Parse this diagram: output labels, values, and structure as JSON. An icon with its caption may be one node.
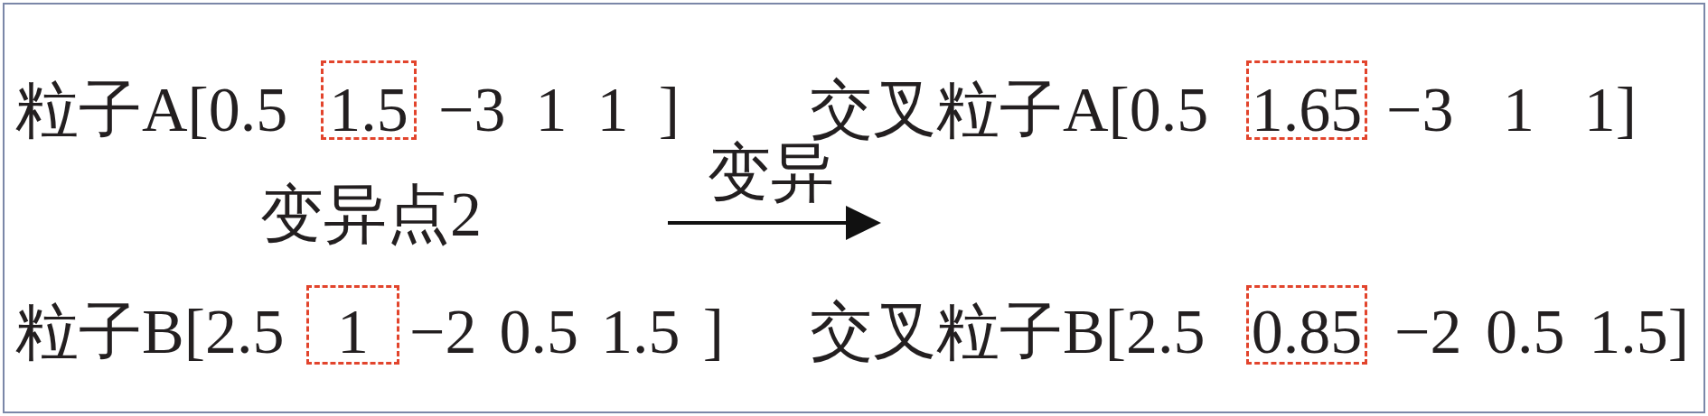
{
  "diagram": {
    "nodes": [
      {
        "text": [
          "1.5"
        ]
      },
      {
        "text": [
          "1.65"
        ]
      },
      {
        "text": [
          "1"
        ]
      },
      {
        "text": [
          "0.85"
        ]
      }
    ],
    "labels": [
      "粒子A[0.5",
      "−3 1 1 ]",
      "交叉粒子A[0.5",
      "−3 1 1]",
      "变异",
      "变异点2",
      "粒子B[2.5",
      "−2 0.5 1.5 ]",
      "交叉粒子B[2.5",
      "−2 0.5 1.5]"
    ]
  }
}
